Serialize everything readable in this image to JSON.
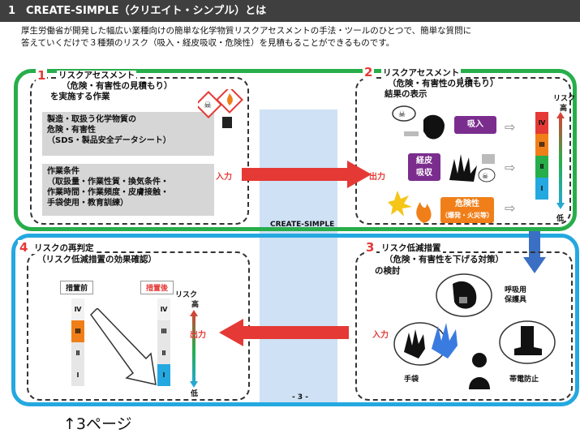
{
  "header": {
    "title": "1　CREATE-SIMPLE（クリエイト・シンプル）とは"
  },
  "intro": {
    "line1": "厚生労働省が開発した幅広い業種向けの簡単な化学物質リスクアセスメントの手法・ツールのひとつで、簡単な質問に",
    "line2": "答えていくだけで３種類のリスク（吸入・経皮吸収・危険性）を見積もることができるものです。"
  },
  "panel1": {
    "number": "1",
    "title1": "リスクアセスメント",
    "title2": "（危険・有害性の見積もり）",
    "title3": "を実施する作業",
    "hazard1": "製造・取扱う化学物質の",
    "hazard2": "危険・有害性",
    "hazard3": "（SDS・製品安全データシート）",
    "cond1": "作業条件",
    "cond2": "（取扱量・作業性質・換気条件・",
    "cond3": "作業時間・作業頻度・皮膚接触・",
    "cond4": "手袋使用・教育訓練）"
  },
  "panel2": {
    "number": "2",
    "title1": "リスクアセスメント",
    "title2": "（危険・有害性の見積もり）",
    "title3": "結果の表示",
    "inhalation": "吸入",
    "dermal1": "経皮",
    "dermal2": "吸収",
    "danger": "危険性",
    "danger_sub": "（爆発・火災等）",
    "risk_label": "リスク",
    "high": "高",
    "low": "低",
    "levels": [
      "Ⅳ",
      "Ⅲ",
      "Ⅱ",
      "Ⅰ"
    ]
  },
  "panel3": {
    "number": "3",
    "title1": "リスク低減措置",
    "title2": "（危険・有害性を下げる対策）",
    "title3": "の検討",
    "respirator1": "呼吸用",
    "respirator2": "保護具",
    "gloves": "手袋",
    "antistatic": "帯電防止"
  },
  "panel4": {
    "number": "4",
    "title1": "リスクの再判定",
    "title2": "（リスク低減措置の効果確認）",
    "before": "措置前",
    "after": "措置後",
    "risk_label": "リスク",
    "high": "高",
    "low": "低",
    "levels": [
      "Ⅳ",
      "Ⅲ",
      "Ⅱ",
      "Ⅰ"
    ]
  },
  "arrows": {
    "input": "入力",
    "output": "出力"
  },
  "center_label": "CREATE-SIMPLE",
  "page_number": "- 3 -",
  "caption": "↑3ページ",
  "colors": {
    "green": "#27ae4a",
    "blue": "#24a8e0",
    "red": "#e53935",
    "purple": "#7b2d8e",
    "orange": "#f07f1a"
  }
}
